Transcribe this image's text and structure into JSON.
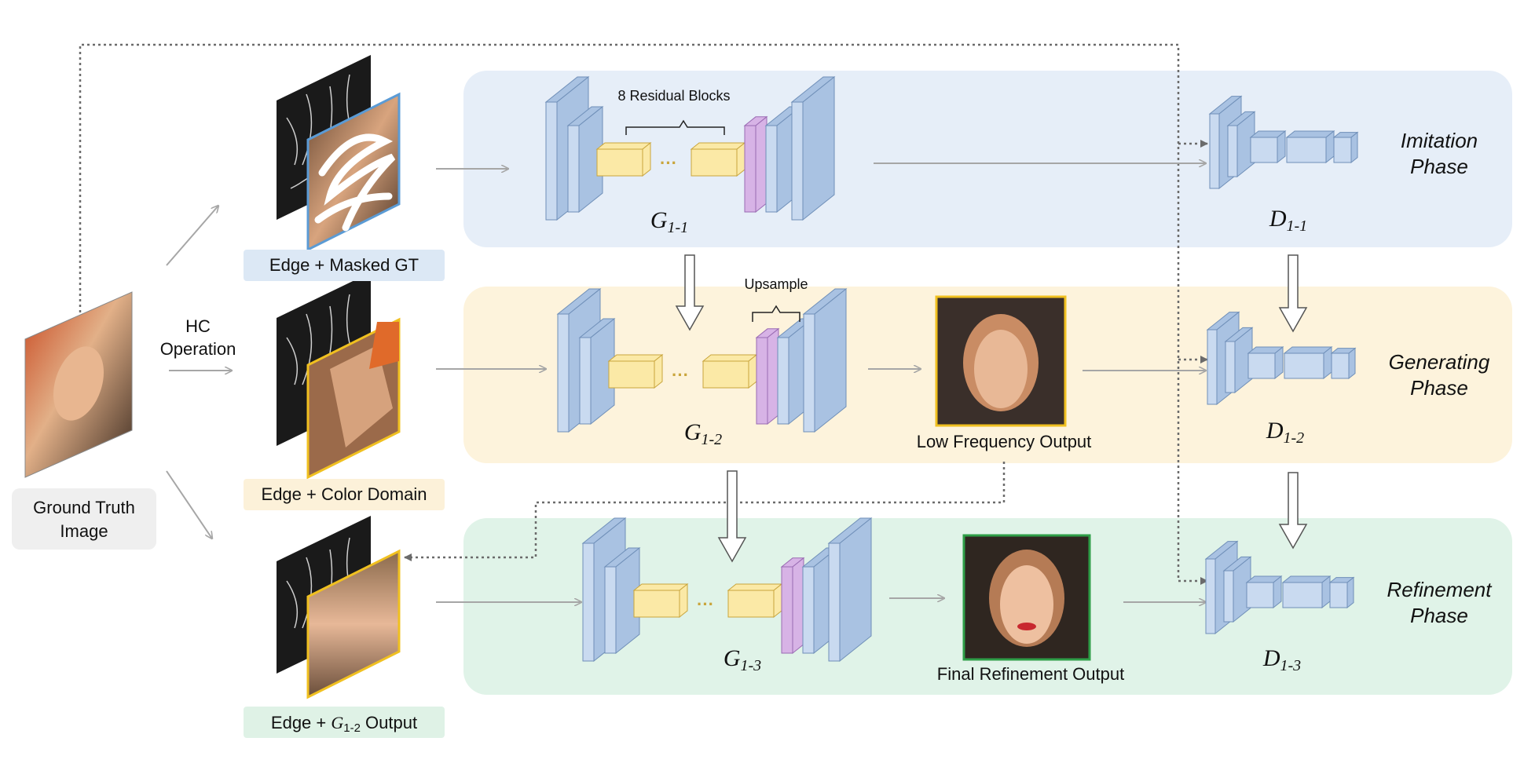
{
  "input": {
    "label_line1": "Ground Truth",
    "label_line2": "Image",
    "hc_line1": "HC",
    "hc_line2": "Operation"
  },
  "rows": [
    {
      "input_label": "Edge + Masked GT",
      "input_label_prefix": "",
      "input_label_sub": "",
      "input_label_suffix": "",
      "generator": {
        "letter": "G",
        "sub": "1-1"
      },
      "discriminator": {
        "letter": "D",
        "sub": "1-1"
      },
      "phase_line1": "Imitation",
      "phase_line2": "Phase",
      "output_label": "",
      "block_annotation": "8 Residual Blocks",
      "panel_color": "#e6eef8",
      "label_color": "#dce8f5",
      "frame_color": "#5b9bd5"
    },
    {
      "input_label": "Edge + Color Domain",
      "input_label_prefix": "",
      "input_label_sub": "",
      "input_label_suffix": "",
      "generator": {
        "letter": "G",
        "sub": "1-2"
      },
      "discriminator": {
        "letter": "D",
        "sub": "1-2"
      },
      "phase_line1": "Generating",
      "phase_line2": "Phase",
      "output_label": "Low Frequency Output",
      "block_annotation": "Upsample",
      "panel_color": "#fdf3dc",
      "label_color": "#fcf1d9",
      "frame_color": "#f0c020"
    },
    {
      "input_label": "",
      "input_label_prefix": "Edge + ",
      "input_label_sub": "1-2",
      "input_label_suffix": " Output",
      "input_label_letter": "G",
      "generator": {
        "letter": "G",
        "sub": "1-3"
      },
      "discriminator": {
        "letter": "D",
        "sub": "1-3"
      },
      "phase_line1": "Refinement",
      "phase_line2": "Phase",
      "output_label": "Final Refinement Output",
      "block_annotation": "",
      "panel_color": "#e0f3e8",
      "label_color": "#dff2e6",
      "frame_color": "#2e9e47"
    }
  ],
  "ellipsis": "···",
  "colors": {
    "block_front": "#c9daf0",
    "block_side": "#a9c2e2",
    "block_edge": "#6f8fb8",
    "residual_front": "#fbe9a6",
    "residual_edge": "#c9a53c",
    "upsample_front": "#d7b3e6",
    "upsample_edge": "#9a6bb3",
    "arrow": "#a6a6a6",
    "dotted": "#6b6b6b"
  }
}
